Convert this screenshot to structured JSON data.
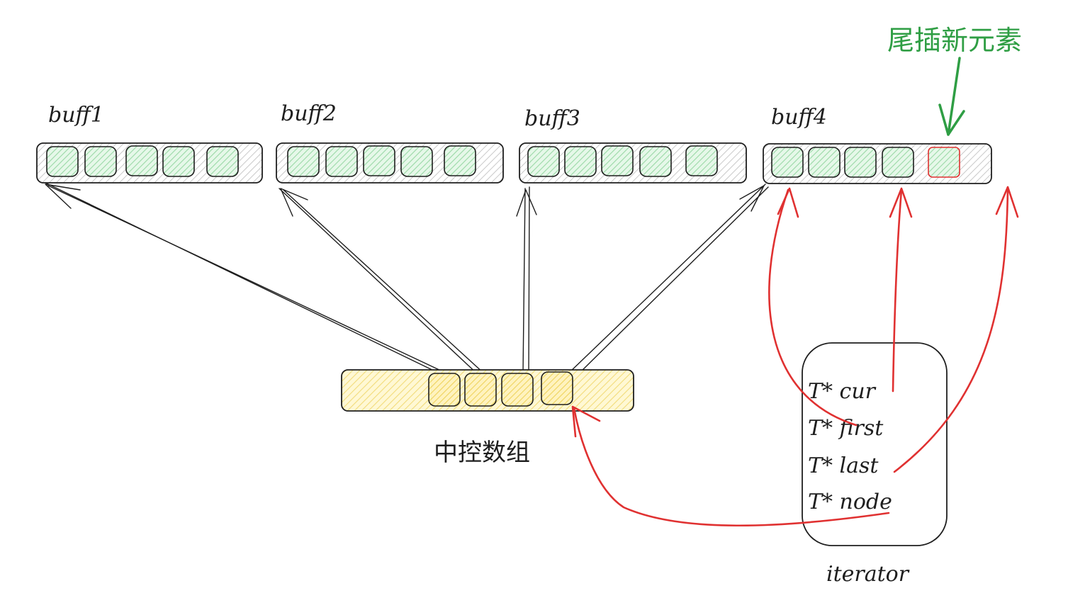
{
  "buffers": [
    {
      "label": "buff1",
      "cells": 5,
      "new_cells": 0
    },
    {
      "label": "buff2",
      "cells": 5,
      "new_cells": 0
    },
    {
      "label": "buff3",
      "cells": 5,
      "new_cells": 0
    },
    {
      "label": "buff4",
      "cells": 5,
      "new_cells": 1
    }
  ],
  "annotation": {
    "text": "尾插新元素"
  },
  "map": {
    "label": "中控数组",
    "cells": 4
  },
  "iterator": {
    "label": "iterator",
    "fields": [
      "T* cur",
      "T* first",
      "T* last",
      "T* node"
    ]
  },
  "colors": {
    "cell_fill": "#b2f2bb",
    "new_cell_stroke": "#e03131",
    "map_fill": "#ffec99",
    "pointer_arrow": "#e03131",
    "annotation": "#2f9e44",
    "ink": "#1e1e1e"
  }
}
